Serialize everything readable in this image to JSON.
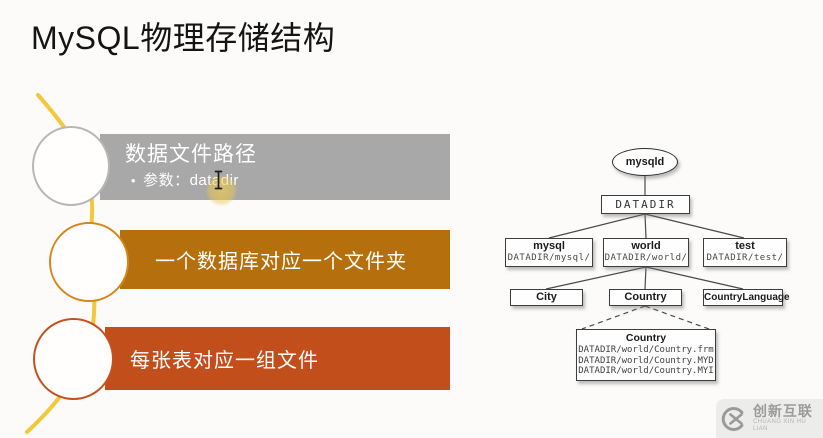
{
  "slide": {
    "title": "MySQL物理存储结构"
  },
  "list": {
    "bullet_marker": "•",
    "items": [
      {
        "title": "数据文件路径",
        "sub_bullet": "参数：datadir",
        "color": "#a8a8a8"
      },
      {
        "title": "一个数据库对应一个文件夹",
        "color": "#b5700d"
      },
      {
        "title": "每张表对应一组文件",
        "color": "#c24e1c"
      }
    ],
    "accent_line_color": "#f3c431"
  },
  "tree": {
    "root": "mysqld",
    "datadir": "DATADIR",
    "databases": [
      {
        "name": "mysql",
        "path": "DATADIR/mysql/"
      },
      {
        "name": "world",
        "path": "DATADIR/world/"
      },
      {
        "name": "test",
        "path": "DATADIR/test/"
      }
    ],
    "tables": [
      "City",
      "Country",
      "CountryLanguage"
    ],
    "table_detail": {
      "name": "Country",
      "files": [
        "DATADIR/world/Country.frm",
        "DATADIR/world/Country.MYD",
        "DATADIR/world/Country.MYI"
      ]
    }
  },
  "watermark": {
    "name": "创新互联",
    "subtext": "CHUANG XIN HU LIAN"
  },
  "colors": {
    "banner_gray": "#a8a8a8",
    "banner_amber": "#b5700d",
    "banner_rust": "#c24e1c",
    "gold_line": "#f3c431",
    "cursor_glow": "#eec94e"
  }
}
